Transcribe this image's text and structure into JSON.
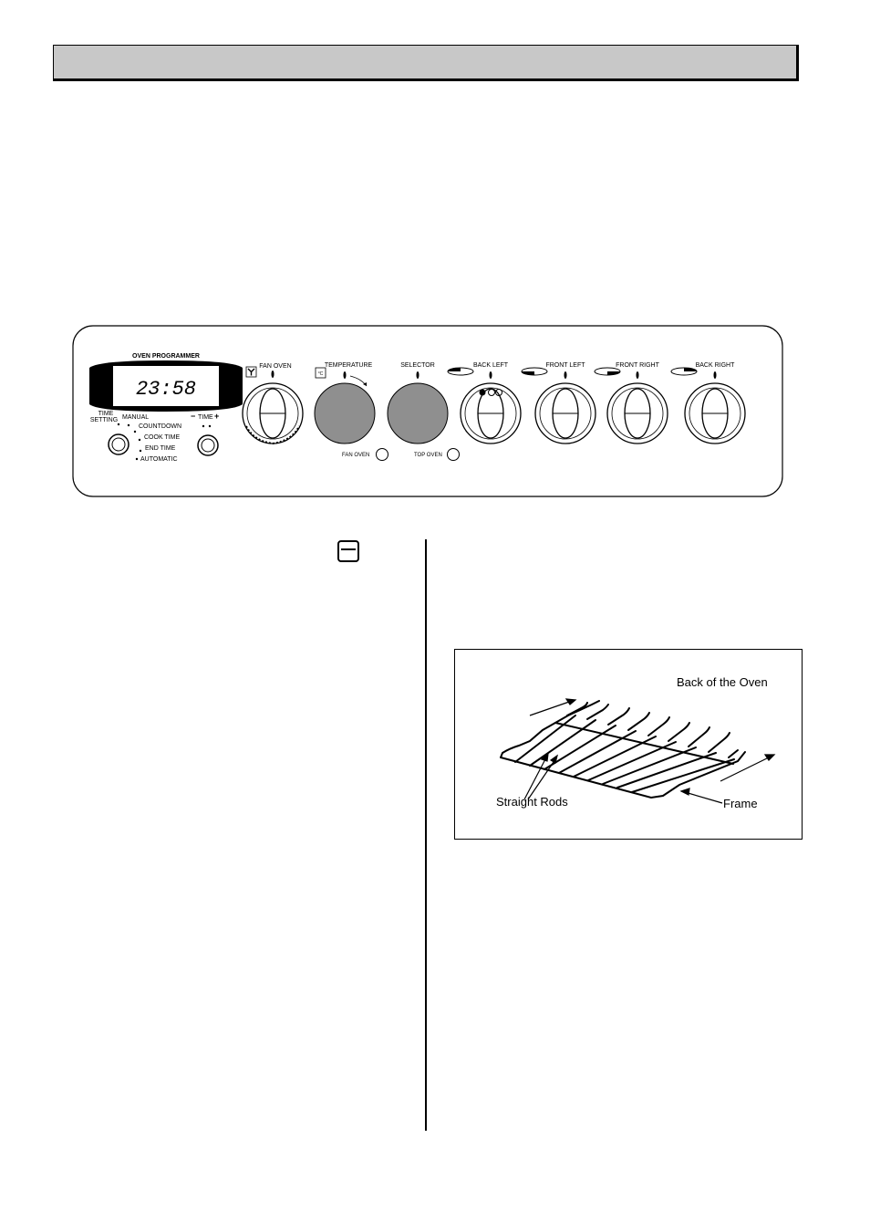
{
  "panel": {
    "programmer": {
      "title": "OVEN PROGRAMMER",
      "display": "23:58",
      "time_setting_label_1": "TIME",
      "time_setting_label_2": "SETTING",
      "modes": [
        "MANUAL",
        "COUNTDOWN",
        "COOK TIME",
        "END TIME",
        "AUTOMATIC"
      ],
      "time_adjust_label": "TIME",
      "minus": "−",
      "plus": "+"
    },
    "knobs": {
      "fan_oven": "FAN OVEN",
      "temperature": "TEMPERATURE",
      "selector": "SELECTOR",
      "back_left": "BACK LEFT",
      "front_left": "FRONT LEFT",
      "front_right": "FRONT RIGHT",
      "back_right": "BACK RIGHT"
    },
    "indicators": {
      "fan_oven": "FAN OVEN",
      "top_oven": "TOP OVEN"
    },
    "celsius_symbol": "°C"
  },
  "shelf_figure": {
    "back_label": "Back of the Oven",
    "rods_label": "Straight Rods",
    "frame_label": "Frame"
  },
  "icons": [
    "oven-icon",
    "fan-icon",
    "thermometer-icon"
  ]
}
